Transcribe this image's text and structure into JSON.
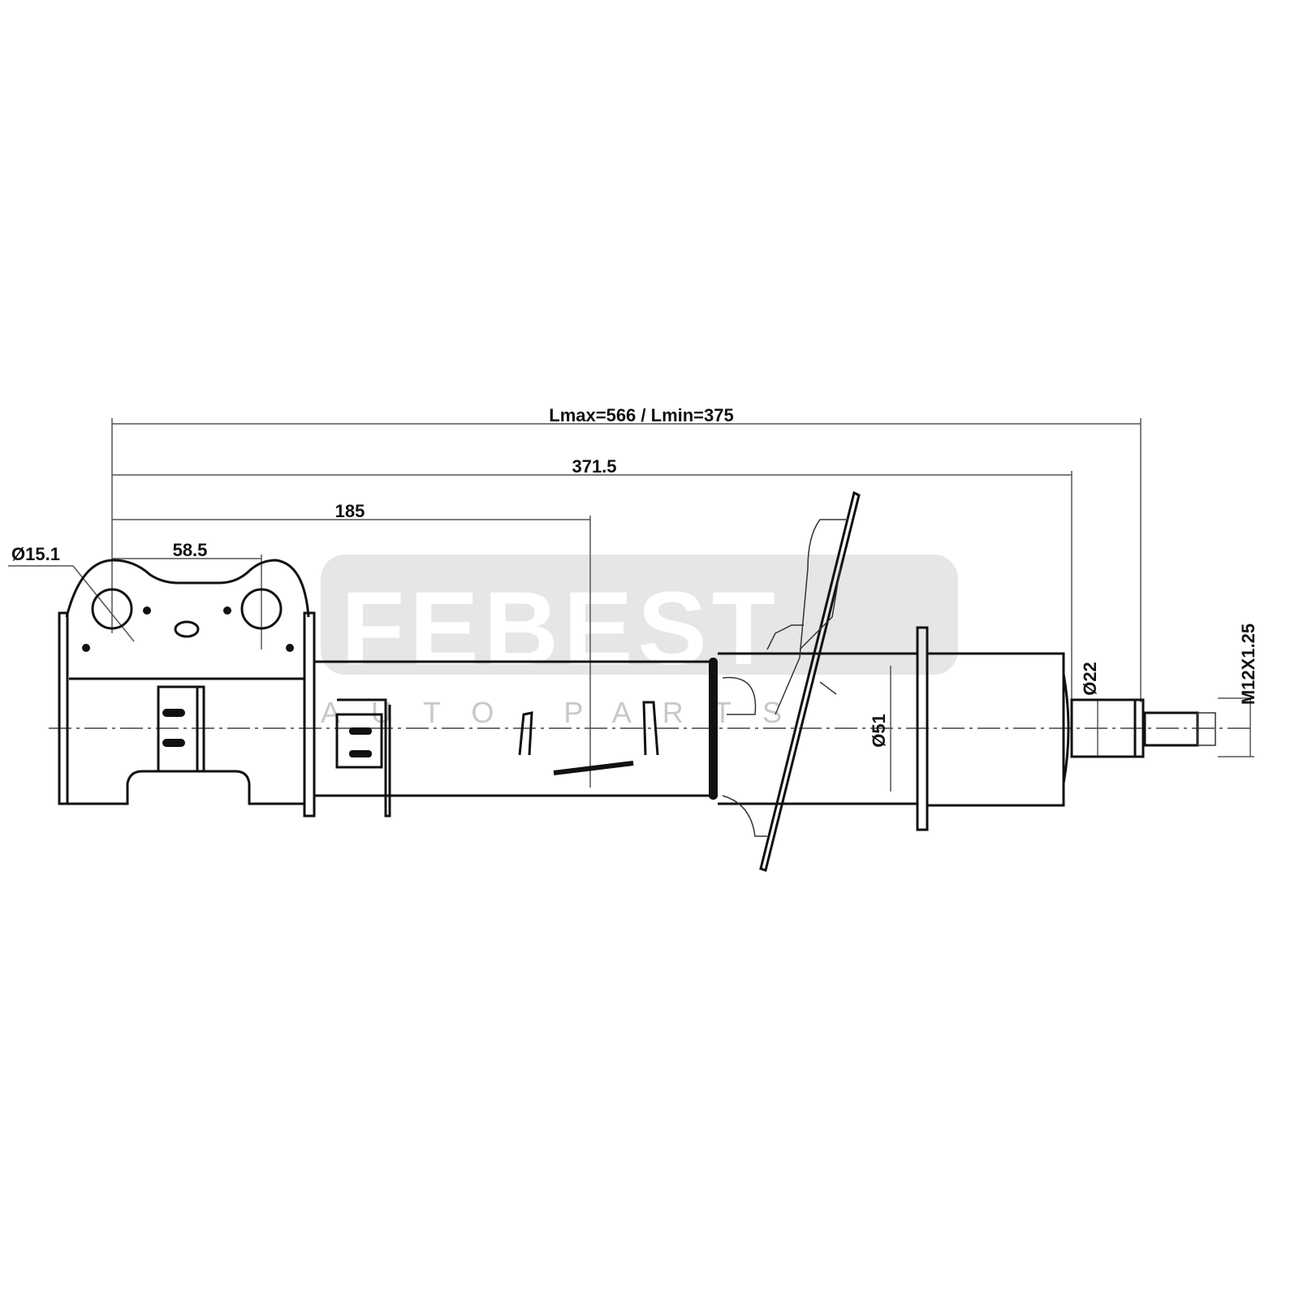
{
  "watermark": {
    "brand": "FEBEST",
    "subtitle": "AUTO PARTS"
  },
  "dimensions": {
    "overall_length": "Lmax=566 / Lmin=375",
    "length_371": "371.5",
    "length_185": "185",
    "hole_spacing": "58.5",
    "hole_diameter": "Ø15.1",
    "body_diameter": "Ø51",
    "rod_diameter": "Ø22",
    "thread": "M12X1.25"
  },
  "colors": {
    "line": "#111111",
    "watermark_bg": "#e6e6e6"
  }
}
